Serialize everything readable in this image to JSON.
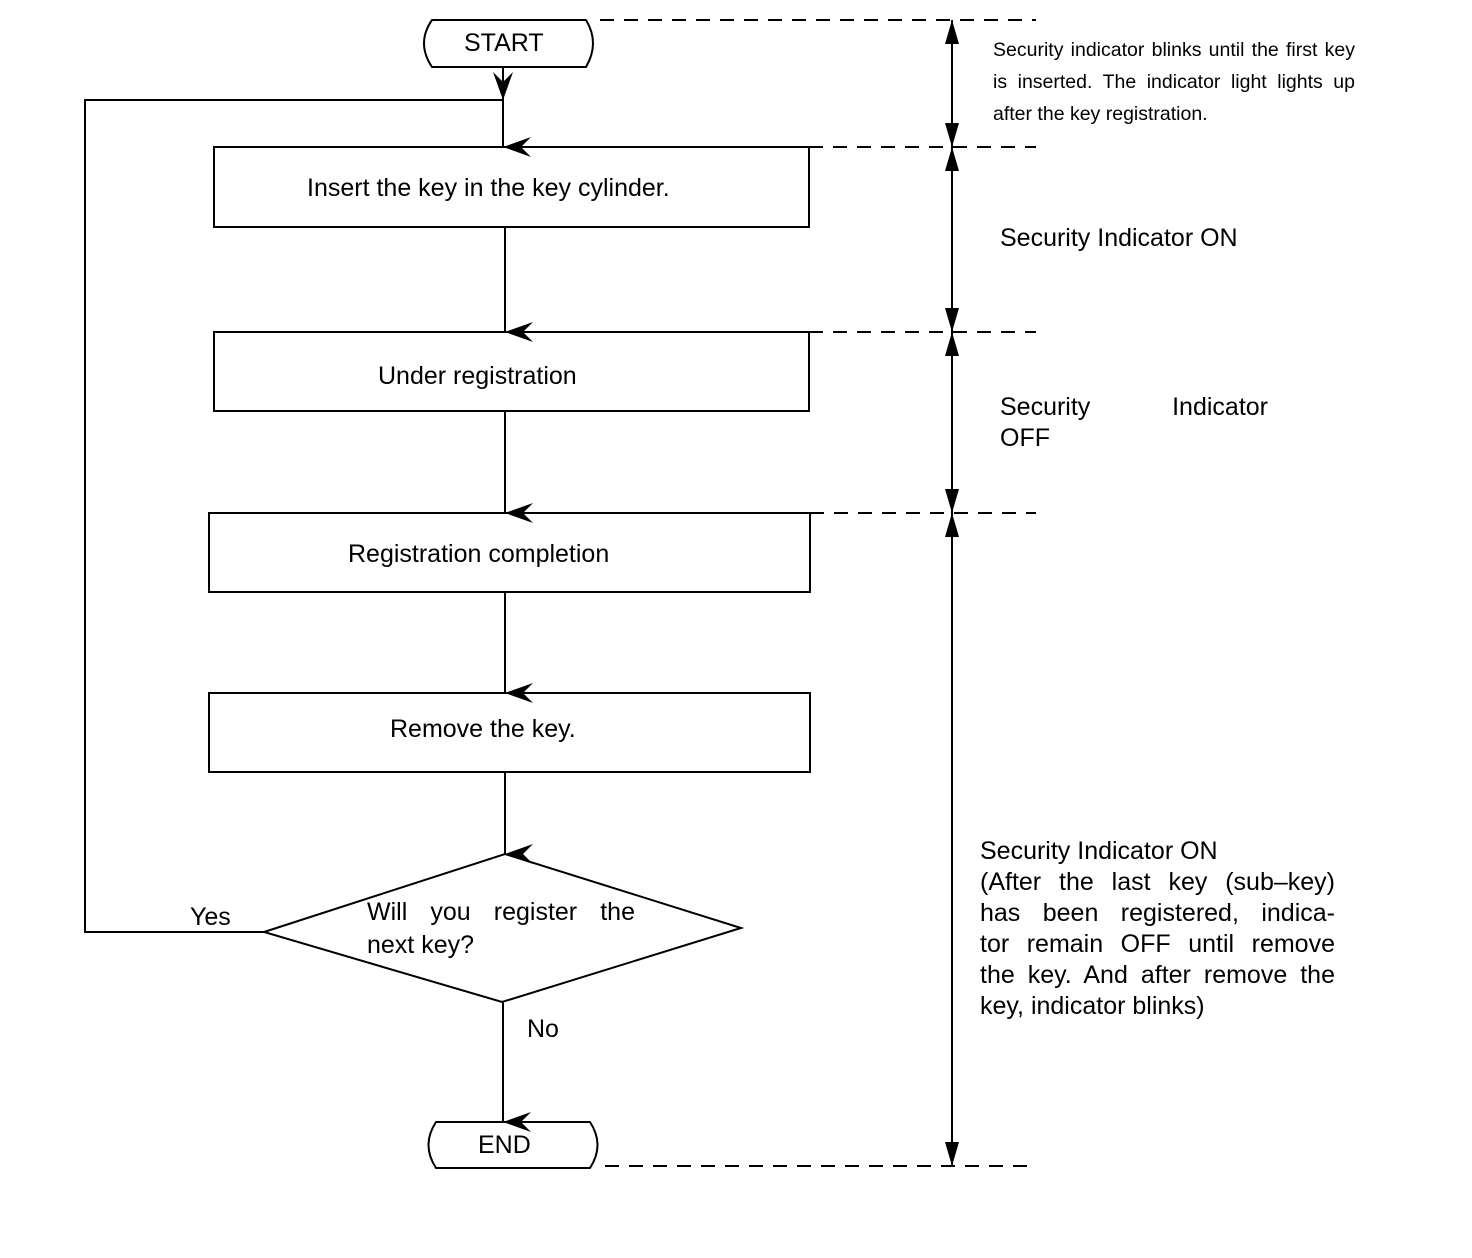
{
  "flowchart": {
    "start_label": "START",
    "end_label": "END",
    "steps": [
      "Insert the key in the key cylinder.",
      "Under registration",
      "Registration completion",
      "Remove the key."
    ],
    "decision": {
      "line1": "Will you register the",
      "line2": "next key?",
      "yes_label": "Yes",
      "no_label": "No"
    }
  },
  "indicator_notes": {
    "blink_note": "Security indicator blinks until the first key is inserted. The indicator light lights up after the key registration.",
    "on_note": "Security Indicator ON",
    "off_note_line1": "Security Indicator",
    "off_note_line2": "OFF",
    "final_note_lines": [
      "Security Indicator ON",
      "(After the last key (sub–key)",
      "has been registered, indica-",
      "tor remain OFF until remove",
      "the key. And after remove the",
      "key, indicator blinks)"
    ]
  }
}
